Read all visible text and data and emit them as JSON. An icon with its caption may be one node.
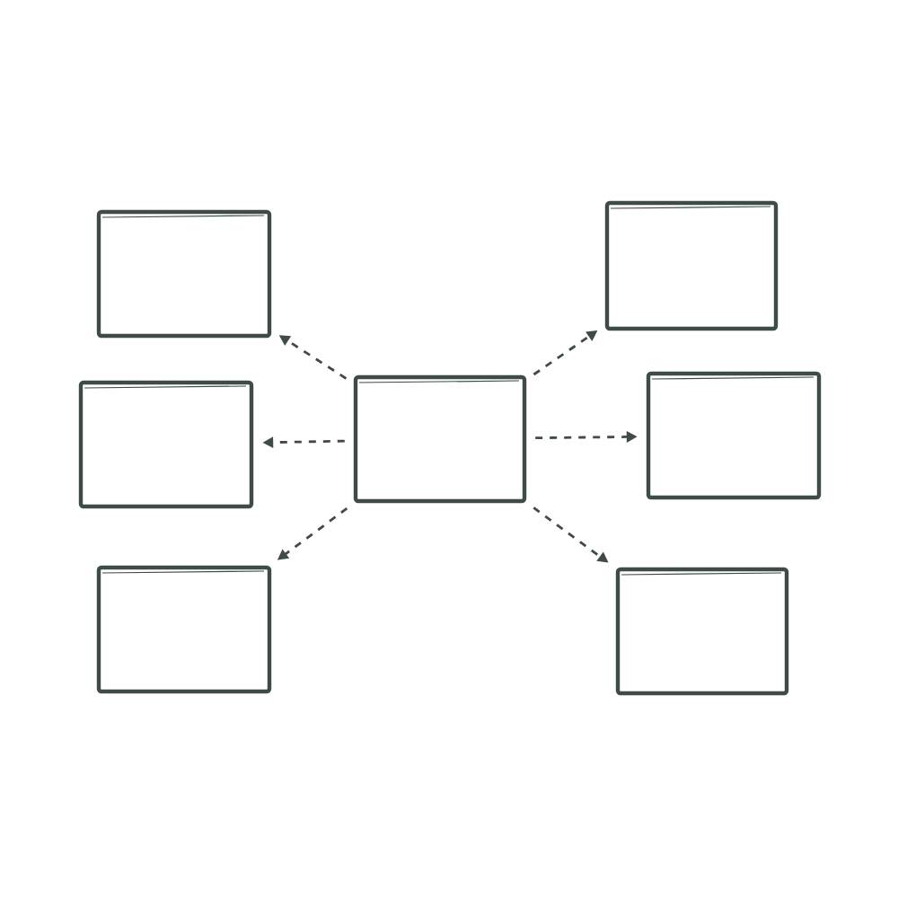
{
  "diagram": {
    "nodes": [
      {
        "text": [],
        "shape": "box"
      },
      {
        "text": [],
        "shape": "box"
      },
      {
        "text": [],
        "shape": "box"
      },
      {
        "text": [],
        "shape": "box"
      },
      {
        "text": [],
        "shape": "box"
      },
      {
        "text": [],
        "shape": "box"
      },
      {
        "text": [],
        "shape": "box"
      }
    ],
    "edges": [
      {
        "from": 3,
        "to": 0,
        "arrow": "to",
        "style": "dashed"
      },
      {
        "from": 3,
        "to": 1,
        "arrow": "to",
        "style": "dashed"
      },
      {
        "from": 3,
        "to": 2,
        "arrow": "to",
        "style": "dashed"
      },
      {
        "from": 3,
        "to": 4,
        "arrow": "to",
        "style": "dashed"
      },
      {
        "from": 3,
        "to": 5,
        "arrow": "to",
        "style": "dashed"
      },
      {
        "from": 3,
        "to": 6,
        "arrow": "to",
        "style": "dashed"
      }
    ]
  }
}
